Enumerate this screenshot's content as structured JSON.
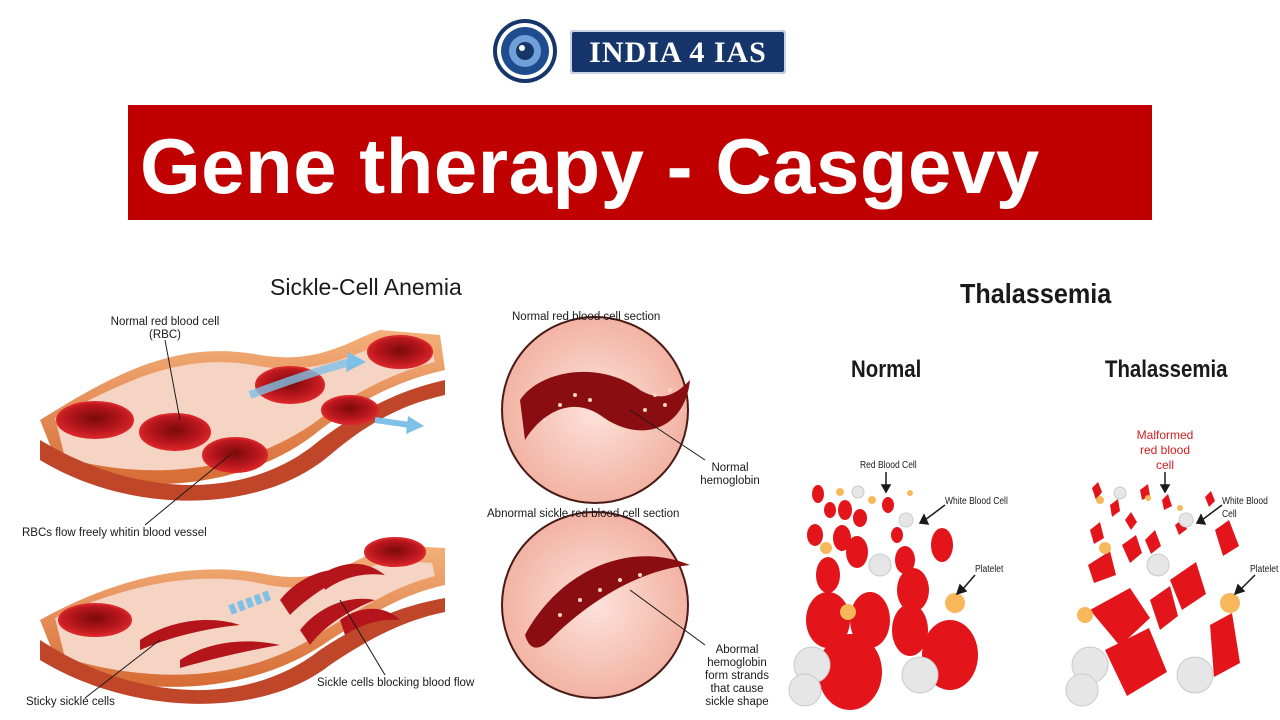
{
  "logo": {
    "text": "INDIA 4 IAS"
  },
  "title": "Gene therapy - Casgevy",
  "sickle_panel": {
    "heading": "Sickle-Cell Anemia",
    "normal_rbc_label_1": "Normal red blood cell",
    "normal_rbc_label_2": "(RBC)",
    "flow_label": "RBCs flow freely whitin blood vessel",
    "sticky_label": "Sticky sickle cells",
    "blocking_label": "Sickle cells blocking blood flow",
    "normal_section_heading": "Normal red blood cell section",
    "normal_hb_1": "Normal",
    "normal_hb_2": "hemoglobin",
    "abnormal_section_heading": "Abnormal sickle red blood cell section",
    "abnormal_hb_1": "Abormal",
    "abnormal_hb_2": "hemoglobin",
    "abnormal_hb_3": "form strands",
    "abnormal_hb_4": "that cause",
    "abnormal_hb_5": "sickle shape"
  },
  "thal_panel": {
    "heading": "Thalassemia",
    "normal_col": "Normal",
    "thal_col": "Thalassemia",
    "rbc_label": "Red Blood Cell",
    "wbc_label_left": "White Blood Cell",
    "platelet_left": "Platelet",
    "malformed_1": "Malformed",
    "malformed_2": "red blood cell",
    "wbc_label_right": "White Blood Cell",
    "platelet_right": "Platelet"
  },
  "colors": {
    "banner": "#c00000",
    "logo_navy": "#16366b",
    "blood": "#c81e1e",
    "vessel": "#e58a4c",
    "annotation_red": "#d21e1e"
  }
}
